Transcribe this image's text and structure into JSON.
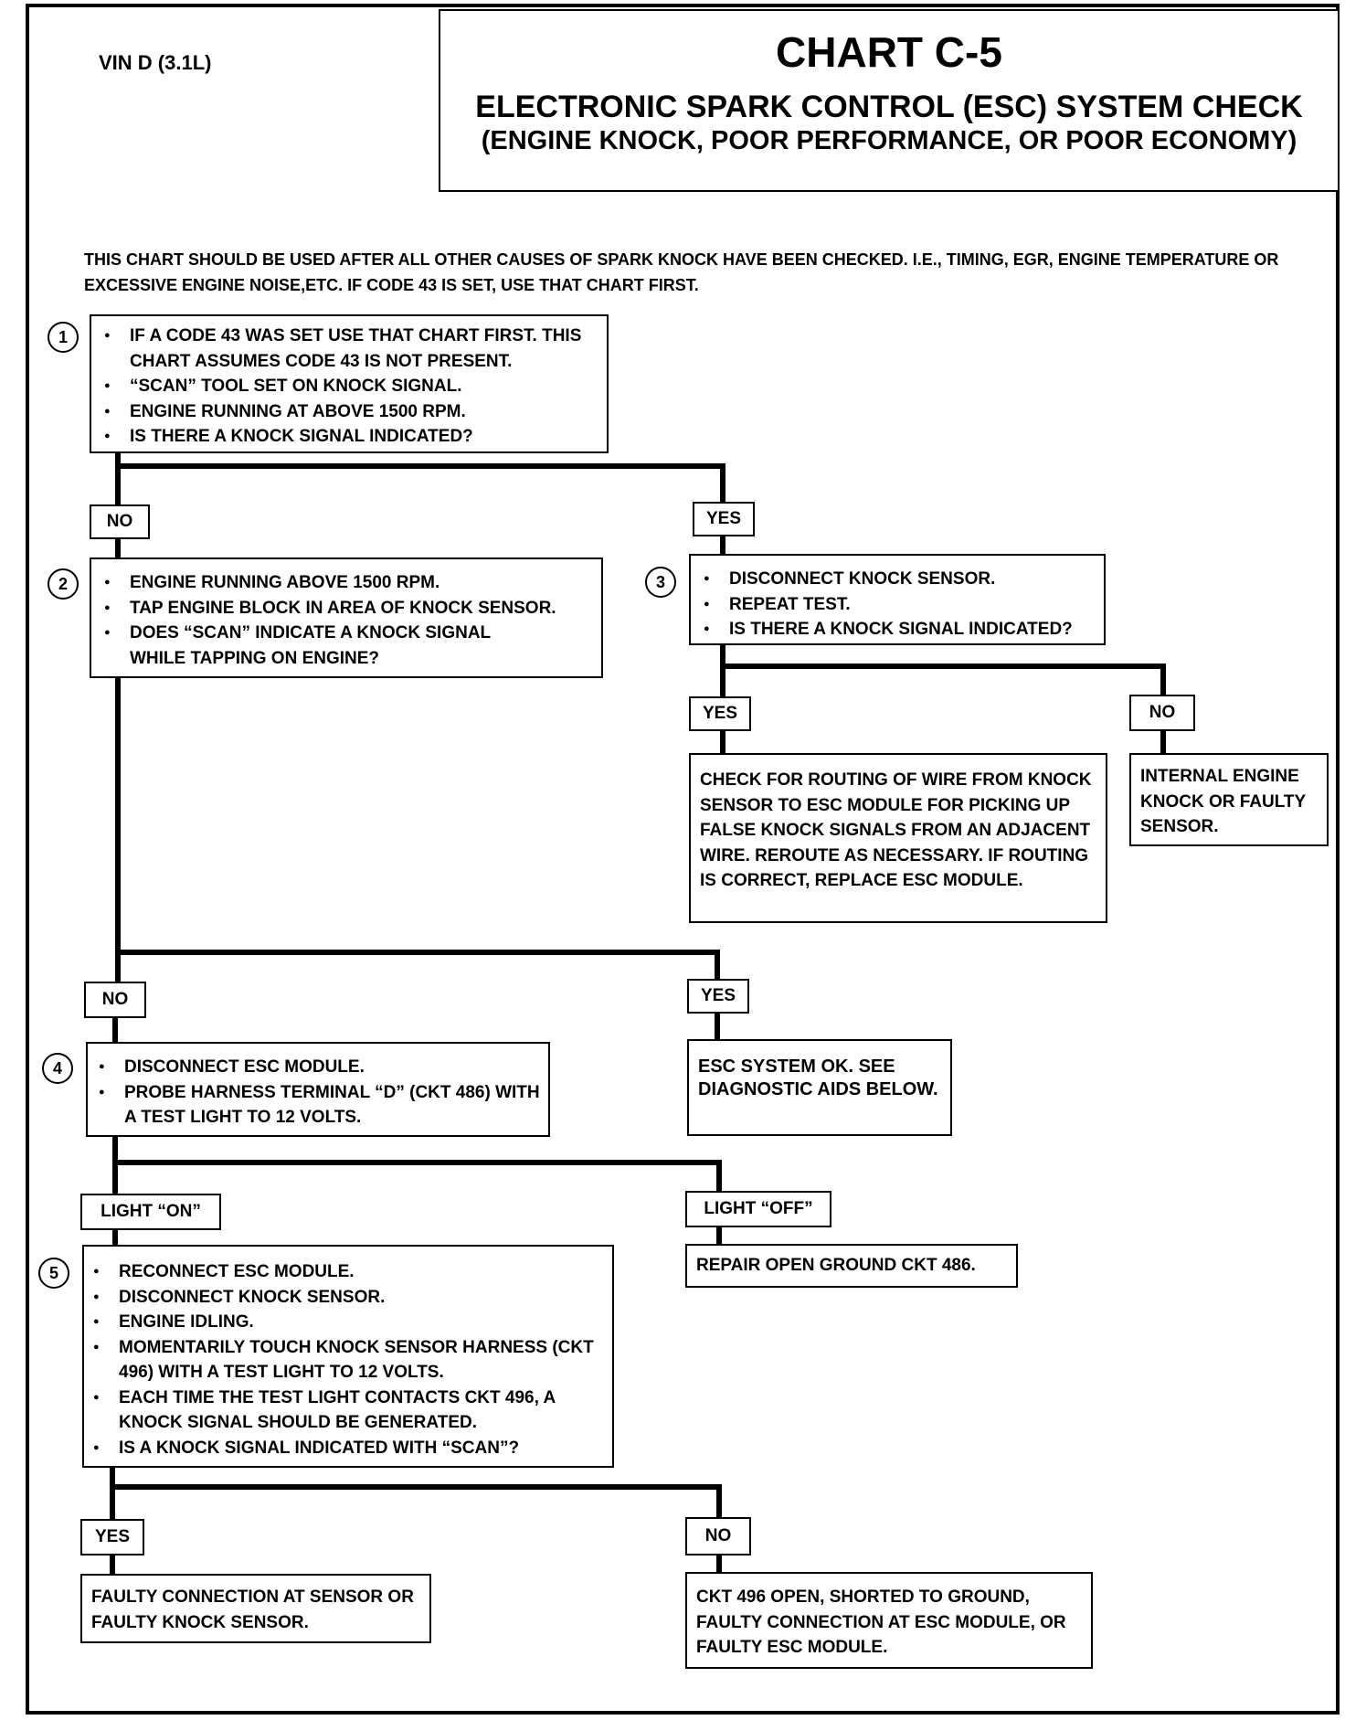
{
  "header": {
    "vin": "VIN D (3.1L)",
    "chart_id": "CHART C-5",
    "title": "ELECTRONIC SPARK CONTROL (ESC) SYSTEM CHECK",
    "subtitle": "(ENGINE KNOCK, POOR PERFORMANCE, OR POOR ECONOMY)"
  },
  "intro": "THIS CHART SHOULD BE USED AFTER ALL OTHER CAUSES OF SPARK KNOCK HAVE BEEN CHECKED. I.E., TIMING, EGR, ENGINE TEMPERATURE OR EXCESSIVE ENGINE NOISE,ETC. IF CODE 43 IS SET, USE THAT CHART FIRST.",
  "steps": {
    "s1": {
      "number": "1",
      "items": [
        "IF A CODE 43 WAS SET USE THAT CHART FIRST. THIS CHART ASSUMES CODE 43 IS NOT PRESENT.",
        "“SCAN” TOOL SET ON KNOCK SIGNAL.",
        "ENGINE RUNNING AT ABOVE 1500 RPM.",
        "IS THERE A KNOCK SIGNAL INDICATED?"
      ]
    },
    "s2": {
      "number": "2",
      "items": [
        "ENGINE RUNNING ABOVE 1500 RPM.",
        "TAP ENGINE BLOCK IN AREA OF KNOCK SENSOR.",
        "DOES “SCAN” INDICATE A KNOCK SIGNAL WHILE TAPPING ON ENGINE?"
      ]
    },
    "s3": {
      "number": "3",
      "items": [
        "DISCONNECT KNOCK SENSOR.",
        "REPEAT TEST.",
        "IS THERE A KNOCK SIGNAL INDICATED?"
      ]
    },
    "s4": {
      "number": "4",
      "items": [
        "DISCONNECT ESC MODULE.",
        "PROBE HARNESS TERMINAL “D” (CKT 486) WITH A TEST LIGHT TO 12 VOLTS."
      ]
    },
    "s5": {
      "number": "5",
      "items": [
        "RECONNECT ESC MODULE.",
        "DISCONNECT KNOCK SENSOR.",
        "ENGINE IDLING.",
        "MOMENTARILY TOUCH KNOCK SENSOR HARNESS (CKT 496) WITH A TEST LIGHT TO 12 VOLTS.",
        "EACH TIME THE TEST LIGHT CONTACTS CKT 496, A KNOCK SIGNAL SHOULD BE GENERATED.",
        "IS A KNOCK SIGNAL INDICATED WITH “SCAN”?"
      ]
    }
  },
  "labels": {
    "s1_no": "NO",
    "s1_yes": "YES",
    "s3_yes": "YES",
    "s3_no": "NO",
    "s2_no": "NO",
    "s2_yes": "YES",
    "s4_on": "LIGHT “ON”",
    "s4_off": "LIGHT “OFF”",
    "s5_yes": "YES",
    "s5_no": "NO"
  },
  "results": {
    "reroute": "CHECK FOR ROUTING OF WIRE FROM KNOCK SENSOR TO ESC MODULE FOR PICKING UP FALSE KNOCK SIGNALS FROM AN ADJACENT WIRE. REROUTE AS NECESSARY. IF ROUTING IS CORRECT, REPLACE ESC MODULE.",
    "internal": "INTERNAL ENGINE KNOCK OR FAULTY SENSOR.",
    "system_ok": "ESC SYSTEM OK. SEE DIAGNOSTIC AIDS BELOW.",
    "repair_ground": "REPAIR OPEN GROUND CKT 486.",
    "faulty_sensor": "FAULTY CONNECTION AT SENSOR OR FAULTY KNOCK SENSOR.",
    "ckt496": "CKT 496 OPEN, SHORTED TO GROUND, FAULTY CONNECTION AT ESC MODULE, OR FAULTY ESC MODULE."
  }
}
